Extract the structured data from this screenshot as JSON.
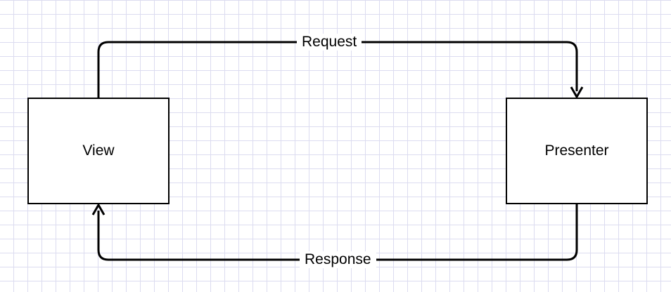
{
  "diagram": {
    "nodes": {
      "view": {
        "label": "View"
      },
      "presenter": {
        "label": "Presenter"
      }
    },
    "edges": {
      "request": {
        "label": "Request",
        "from": "View",
        "to": "Presenter"
      },
      "response": {
        "label": "Response",
        "from": "Presenter",
        "to": "View"
      }
    },
    "colors": {
      "stroke": "#000000",
      "grid": "#dcdcf0",
      "background": "#ffffff"
    }
  }
}
